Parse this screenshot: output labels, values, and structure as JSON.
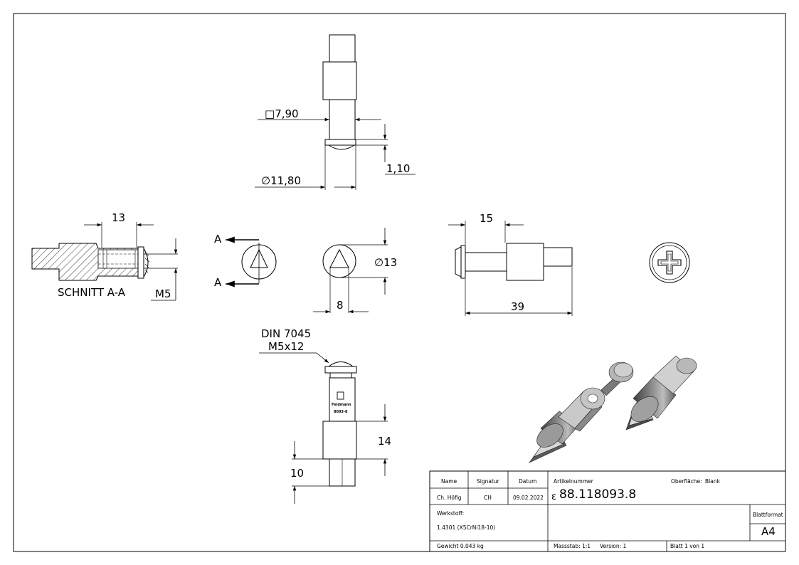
{
  "dimensions": {
    "square": "7,90",
    "dia_head": "11,80",
    "head_thickness": "1,10",
    "section_depth": "13",
    "thread": "M5",
    "section_label": "SCHNITT A-A",
    "section_marker": "A",
    "dia_front": "13",
    "triangle_width": "8",
    "shoulder_length": "15",
    "total_length": "39",
    "screw_norm": "DIN 7045",
    "screw_size": "M5x12",
    "body_length": "14",
    "pin_length": "10"
  },
  "symbols": {
    "square": "□",
    "diameter": "∅"
  },
  "engraving": {
    "brand": "Feldmann",
    "code": "8093-8"
  },
  "title_block": {
    "name_label": "Name",
    "signatur_label": "Signatur",
    "datum_label": "Datum",
    "name_value": "Ch. Höfig",
    "signatur_value": "CH",
    "datum_value": "09.02.2022",
    "artikel_label": "Artikelnummer",
    "artikel_prefix": "ε",
    "artikel_value": "88.118093.8",
    "oberflaeche_label": "Oberfläche:",
    "oberflaeche_value": "Blank",
    "werkstoff_label": "Werkstoff:",
    "werkstoff_value": "1.4301 (X5CrNi18-10)",
    "blattformat_label": "Blattformat",
    "blattformat_value": "A4",
    "gewicht": "Gewicht 0.043 kg",
    "massstab": "Massstab: 1:1",
    "version": "Version: 1",
    "blatt": "Blatt 1 von 1"
  },
  "colors": {
    "line": "#000000",
    "part_light": "#c8c8c8",
    "part_mid": "#8a8a8a",
    "part_dark": "#4a4a4a"
  }
}
